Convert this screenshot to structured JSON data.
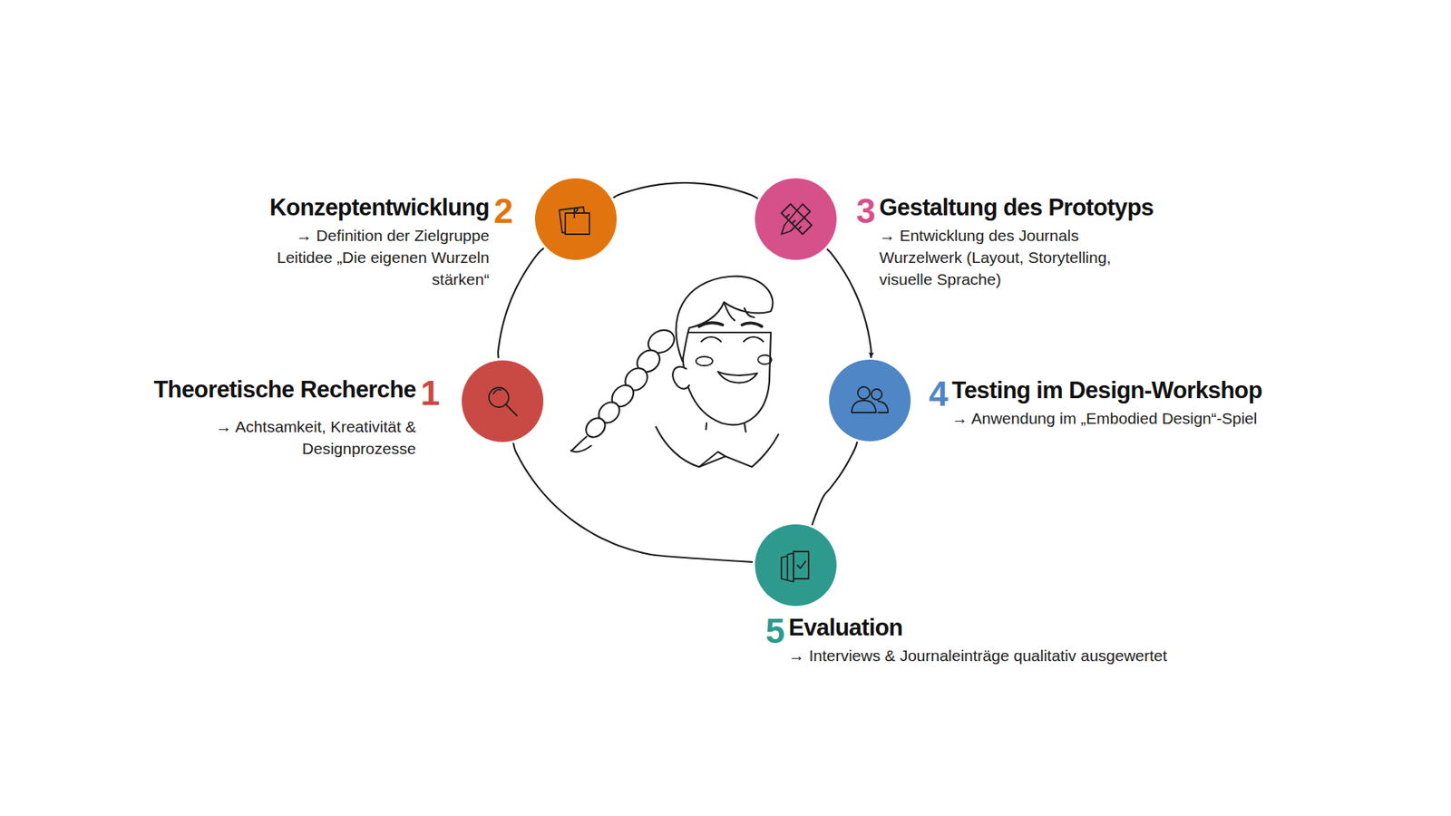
{
  "diagram": {
    "nodes": [
      {
        "text": [
          "1",
          "Theoretische Recherche",
          "→ Achtsamkeit, Kreativität & Designprozesse"
        ]
      },
      {
        "text": [
          "2",
          "Konzeptentwicklung",
          "→ Definition der Zielgruppe Leitidee „Die eigenen Wurzeln stärken“"
        ]
      },
      {
        "text": [
          "3",
          "Gestaltung des Prototyps",
          "→ Entwicklung des Journals Wurzelwerk (Layout, Storytelling, visuelle Sprache)"
        ]
      },
      {
        "text": [
          "4",
          "Testing im Design-Workshop",
          "→ Anwendung im „Embodied Design“-Spiel"
        ]
      },
      {
        "text": [
          "5",
          "Evaluation",
          "→ Interviews & Journaleinträge qualitativ ausgewertet"
        ]
      }
    ],
    "edges": [
      {
        "from": 0,
        "to": 1,
        "arrow": "none"
      },
      {
        "from": 1,
        "to": 2,
        "arrow": "none"
      },
      {
        "from": 2,
        "to": 3,
        "arrow": "to"
      },
      {
        "from": 3,
        "to": 4,
        "arrow": "none"
      },
      {
        "from": 0,
        "to": 4,
        "arrow": "none"
      }
    ]
  }
}
